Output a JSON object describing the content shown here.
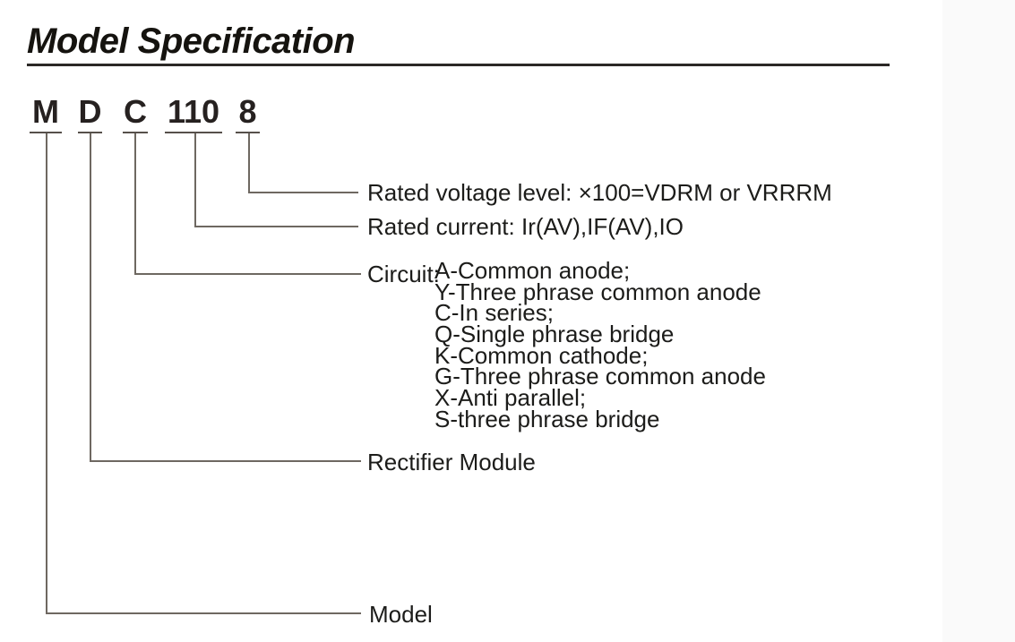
{
  "page": {
    "title": "Model Specification"
  },
  "model_code": {
    "parts": [
      "M",
      "D",
      "C",
      "110",
      "8"
    ]
  },
  "annotations": {
    "voltage": "Rated voltage level: ×100=VDRM or VRRRM",
    "current": "Rated current: Ir(AV),IF(AV),IO",
    "circuit_label": "Circuit:",
    "circuit_options": [
      "A-Common anode;",
      "Y-Three phrase common anode",
      "C-In series;",
      "Q-Single phrase bridge",
      "K-Common cathode;",
      "G-Three phrase common anode",
      "X-Anti parallel;",
      "S-three phrase bridge"
    ],
    "rectifier": "Rectifier Module",
    "model": "Model"
  },
  "colors": {
    "title_text": "#15130f",
    "title_rule": "#2b2826",
    "code_text": "#262120",
    "code_underline": "#56504b",
    "connector_line": "#6e6861",
    "label_text": "#1c1c1a",
    "side_strip": "#fafafa",
    "background": "#ffffff"
  }
}
